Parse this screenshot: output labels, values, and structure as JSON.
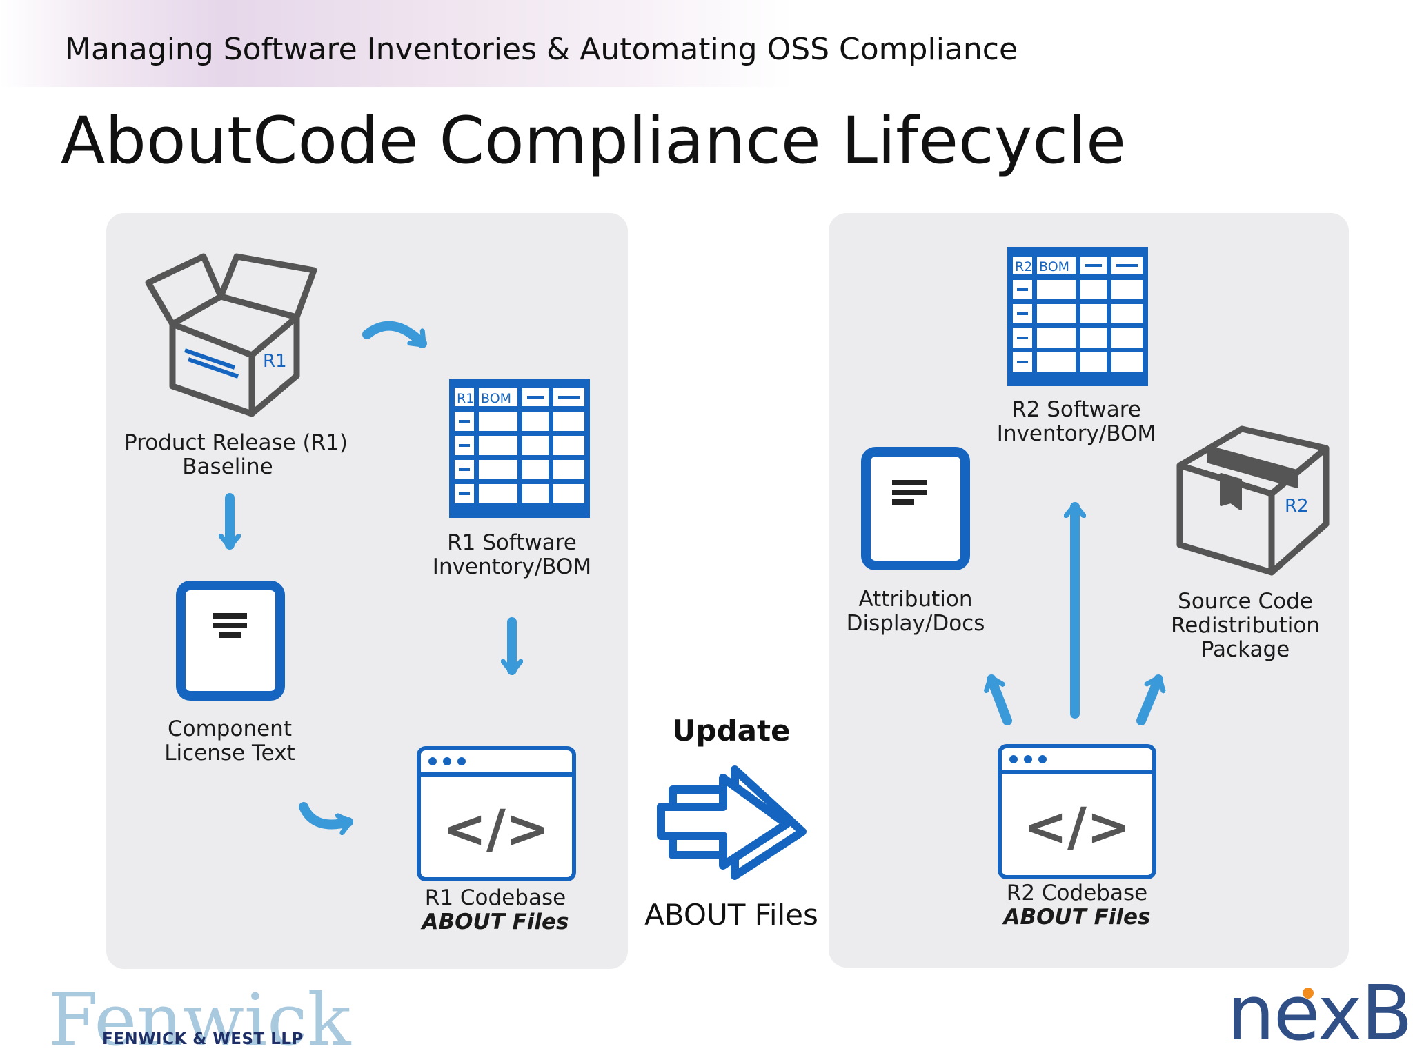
{
  "slide": {
    "subtitle": "Managing Software Inventories & Automating OSS Compliance",
    "title": "AboutCode Compliance Lifecycle"
  },
  "left_panel": {
    "box_tag": "R1",
    "product_label": [
      "Product Release (R1)",
      "Baseline"
    ],
    "bom_tag": "R1",
    "bom_header": "BOM",
    "bom_label": [
      "R1 Software",
      "Inventory/BOM"
    ],
    "license_label": [
      "Component",
      "License Text"
    ],
    "codebase_symbol": "</>",
    "codebase_label": "R1 Codebase",
    "codebase_sublabel": "ABOUT Files"
  },
  "middle": {
    "top_label": "Update",
    "bottom_label": "ABOUT Files"
  },
  "right_panel": {
    "bom_tag": "R2",
    "bom_header": "BOM",
    "bom_label": [
      "R2 Software",
      "Inventory/BOM"
    ],
    "attribution_label": [
      "Attribution",
      "Display/Docs"
    ],
    "box_tag": "R2",
    "source_label": [
      "Source Code",
      "Redistribution",
      "Package"
    ],
    "codebase_symbol": "</>",
    "codebase_label": "R2 Codebase",
    "codebase_sublabel": "ABOUT Files"
  },
  "logos": {
    "fenwick_script": "Fenwick",
    "fenwick_name": "FENWICK & WEST LLP",
    "nexb": "nexB"
  },
  "colors": {
    "panel_bg": "#ececee",
    "icon_blue": "#1565c0",
    "arrow_blue": "#3a9ad9",
    "icon_gray": "#555555",
    "nexb_blue": "#2f4f86",
    "nexb_orange": "#f28c1e",
    "fenwick_light": "#a9c9df",
    "fenwick_dark": "#1d2f66"
  },
  "icons": [
    "open-box-icon",
    "sealed-box-icon",
    "bom-table-icon",
    "license-document-icon",
    "attribution-document-icon",
    "code-window-icon",
    "double-arrow-icon"
  ]
}
